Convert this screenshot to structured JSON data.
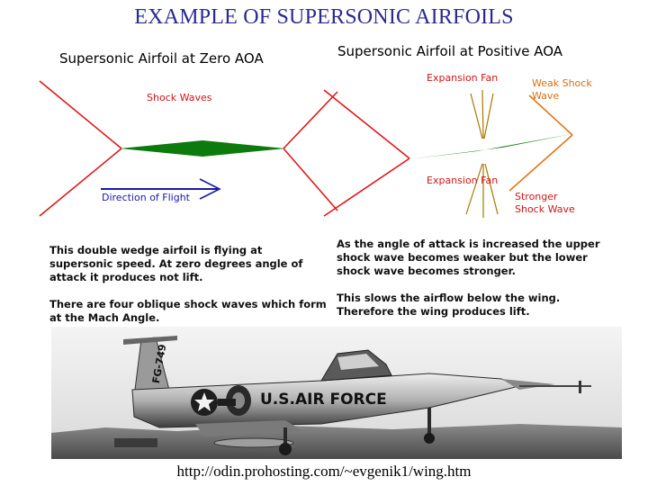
{
  "title": "EXAMPLE OF SUPERSONIC AIRFOILS",
  "left_panel": {
    "heading": "Supersonic Airfoil at Zero AOA",
    "shock_label": "Shock Waves",
    "flight_label": "Direction of Flight",
    "paragraph1": "This double wedge airfoil is flying at supersonic speed. At zero degrees angle of attack it produces not lift.",
    "paragraph2": "There are four oblique shock waves which form at the Mach Angle."
  },
  "right_panel": {
    "heading": "Supersonic Airfoil at Positive AOA",
    "expansion_top": "Expansion Fan",
    "weak_shock": "Weak Shock Wave",
    "expansion_bottom": "Expansion Fan",
    "strong_shock": "Stronger Shock Wave",
    "paragraph1": "As the angle of attack is increased the upper shock wave becomes weaker but the lower shock wave becomes stronger.",
    "paragraph2": "This slows the airflow below the wing. Therefore the wing produces lift."
  },
  "photo": {
    "fuselage_text": "U.S.AIR FORCE",
    "tail_text": "FG-749"
  },
  "source": "http://odin.prohosting.com/~evgenik1/wing.htm",
  "colors": {
    "title": "#2b2b8f",
    "airfoil": "#0c7a0c",
    "shock": "#e01818",
    "label_red": "#d01515",
    "label_orange": "#d87010",
    "flight": "#1a1aa8",
    "fan": "#a87800"
  }
}
